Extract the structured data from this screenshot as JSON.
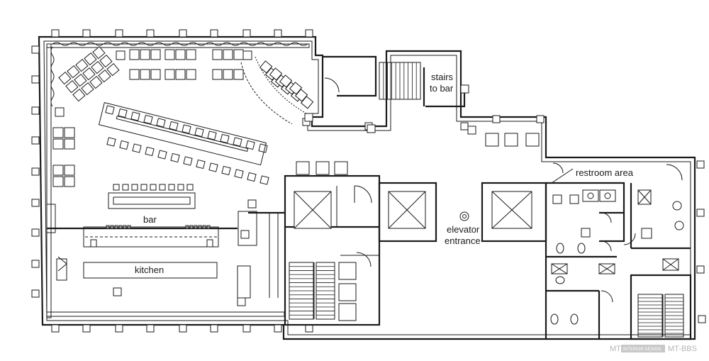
{
  "labels": {
    "stairs": [
      "stairs",
      "to bar"
    ],
    "restroom": "restroom area",
    "bar": "bar",
    "kitchen": "kitchen",
    "elevator": [
      "elevator",
      "entrance"
    ]
  },
  "watermark": {
    "left": "MT",
    "badge": "INTERIOR DESIGN",
    "right": "MT-BBS"
  }
}
